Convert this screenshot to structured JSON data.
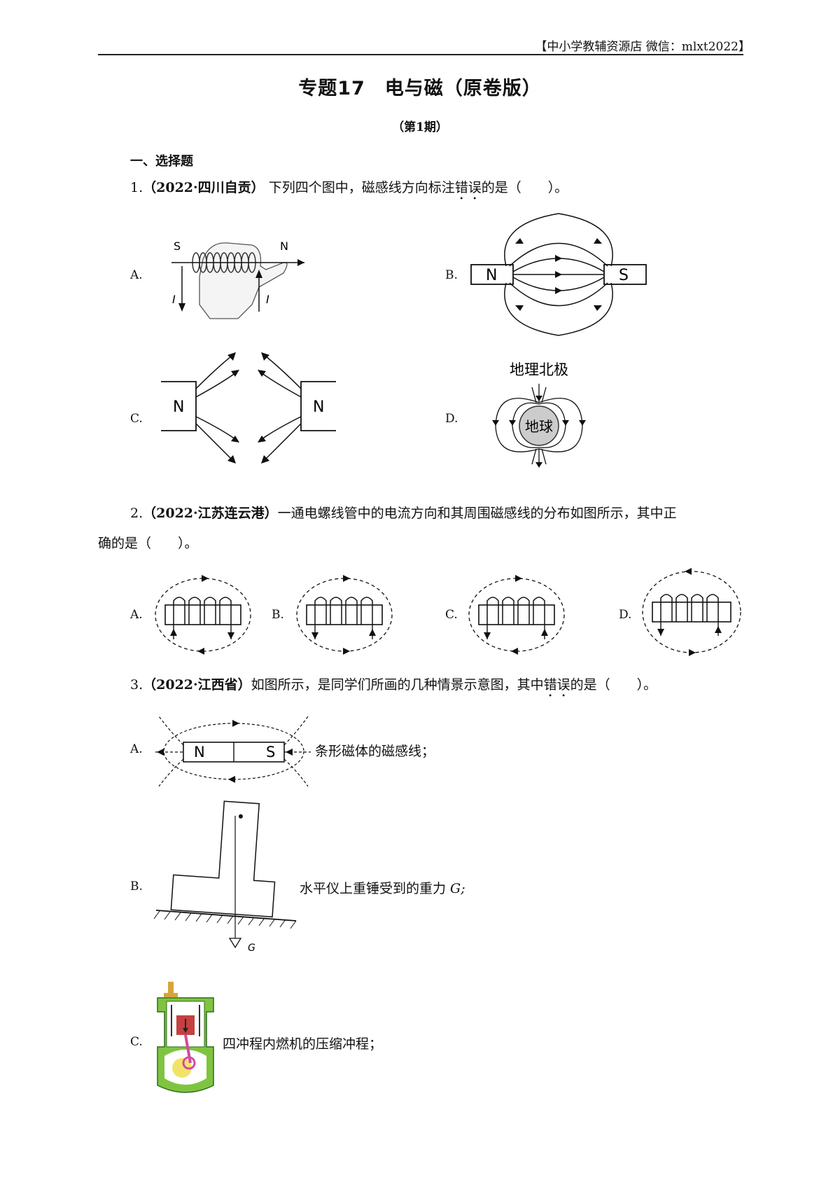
{
  "header": {
    "store": "【中小学教辅资源店 微信：mlxt2022】"
  },
  "doc": {
    "title": "专题17　电与磁（原卷版）",
    "issue": "（第1期）",
    "section": "一、选择题"
  },
  "q1": {
    "num": "1.",
    "source": "（2022·四川自贡）",
    "text_before": "下列四个图中，磁感线方向标注",
    "emph": "错误",
    "text_after": "的是（　　）。",
    "options": [
      {
        "label": "A.",
        "pole_left": "S",
        "pole_right": "N",
        "current": "I"
      },
      {
        "label": "B.",
        "pole_left": "N",
        "pole_right": "S"
      },
      {
        "label": "C.",
        "pole_left": "N",
        "pole_right": "N"
      },
      {
        "label": "D.",
        "top_label": "地理北极",
        "center_label": "地球"
      }
    ]
  },
  "q2": {
    "num": "2.",
    "source": "（2022·江苏连云港）",
    "text_line1": "一通电螺线管中的电流方向和其周围磁感线的分布如图所示，其中正",
    "text_line2": "确的是（　　）。",
    "options": [
      "A.",
      "B.",
      "C.",
      "D."
    ]
  },
  "q3": {
    "num": "3.",
    "source": "（2022·江西省）",
    "text_before": "如图所示，是同学们所画的几种情景示意图，其中",
    "emph": "错误",
    "text_after": "的是（　　）。",
    "options": [
      {
        "label": "A.",
        "caption": "条形磁体的磁感线；",
        "pole_left": "N",
        "pole_right": "S"
      },
      {
        "label": "B.",
        "caption_main": "水平仪上重锤受到的重力 ",
        "caption_italic": "G;",
        "g_label": "G"
      },
      {
        "label": "C.",
        "caption": "四冲程内燃机的压缩冲程；"
      }
    ]
  }
}
